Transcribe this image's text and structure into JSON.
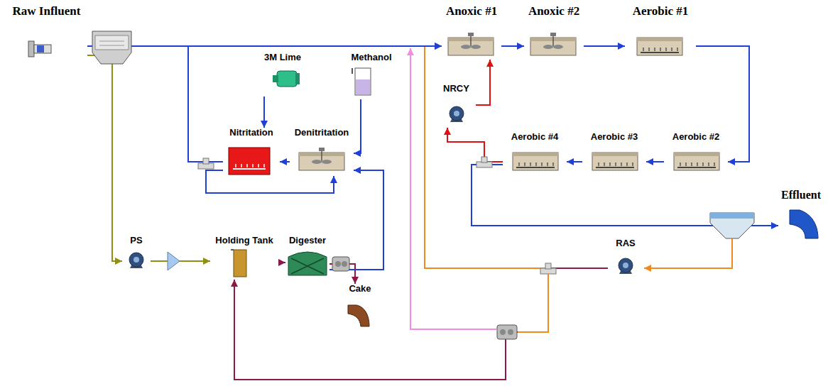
{
  "diagram": {
    "nodes": [
      {
        "text": [
          "Raw Influent"
        ]
      },
      {
        "text": [
          "Anoxic #1"
        ]
      },
      {
        "text": [
          "Anoxic #2"
        ]
      },
      {
        "text": [
          "Aerobic #1"
        ]
      },
      {
        "text": [
          "3M Lime"
        ]
      },
      {
        "text": [
          "Methanol"
        ]
      },
      {
        "text": [
          "NRCY"
        ]
      },
      {
        "text": [
          "Nitritation"
        ]
      },
      {
        "text": [
          "Denitritation"
        ]
      },
      {
        "text": [
          "Aerobic #4"
        ]
      },
      {
        "text": [
          "Aerobic #3"
        ]
      },
      {
        "text": [
          "Aerobic #2"
        ]
      },
      {
        "text": [
          "Effluent"
        ]
      },
      {
        "text": [
          "RAS"
        ]
      },
      {
        "text": [
          "PS"
        ]
      },
      {
        "text": [
          "Holding Tank"
        ]
      },
      {
        "text": [
          "Digester"
        ]
      },
      {
        "text": [
          "Cake"
        ]
      }
    ],
    "edges": [
      {
        "from": 0,
        "to": 1,
        "arrow": "to"
      },
      {
        "from": 1,
        "to": 2,
        "arrow": "to"
      },
      {
        "from": 2,
        "to": 3,
        "arrow": "to"
      },
      {
        "from": 3,
        "to": 11,
        "arrow": "to"
      },
      {
        "from": 11,
        "to": 10,
        "arrow": "to"
      },
      {
        "from": 10,
        "to": 9,
        "arrow": "to"
      },
      {
        "from": 9,
        "to": 6,
        "arrow": "to"
      },
      {
        "from": 6,
        "to": 1,
        "arrow": "to"
      },
      {
        "from": 9,
        "to": 12,
        "arrow": "to"
      },
      {
        "from": 13,
        "to": 1,
        "arrow": "to"
      },
      {
        "from": 13,
        "to": 15,
        "arrow": "to"
      },
      {
        "from": 0,
        "to": 14,
        "arrow": "to"
      },
      {
        "from": 14,
        "to": 15,
        "arrow": "to"
      },
      {
        "from": 15,
        "to": 16,
        "arrow": "to"
      },
      {
        "from": 16,
        "to": 17,
        "arrow": "to"
      },
      {
        "from": 16,
        "to": 8,
        "arrow": "to"
      },
      {
        "from": 5,
        "to": 8,
        "arrow": "to"
      },
      {
        "from": 4,
        "to": 7,
        "arrow": "to"
      },
      {
        "from": 8,
        "to": 7,
        "arrow": "to"
      },
      {
        "from": 7,
        "to": 1,
        "arrow": "to"
      },
      {
        "from": 7,
        "to": 8,
        "arrow": "to"
      }
    ]
  }
}
